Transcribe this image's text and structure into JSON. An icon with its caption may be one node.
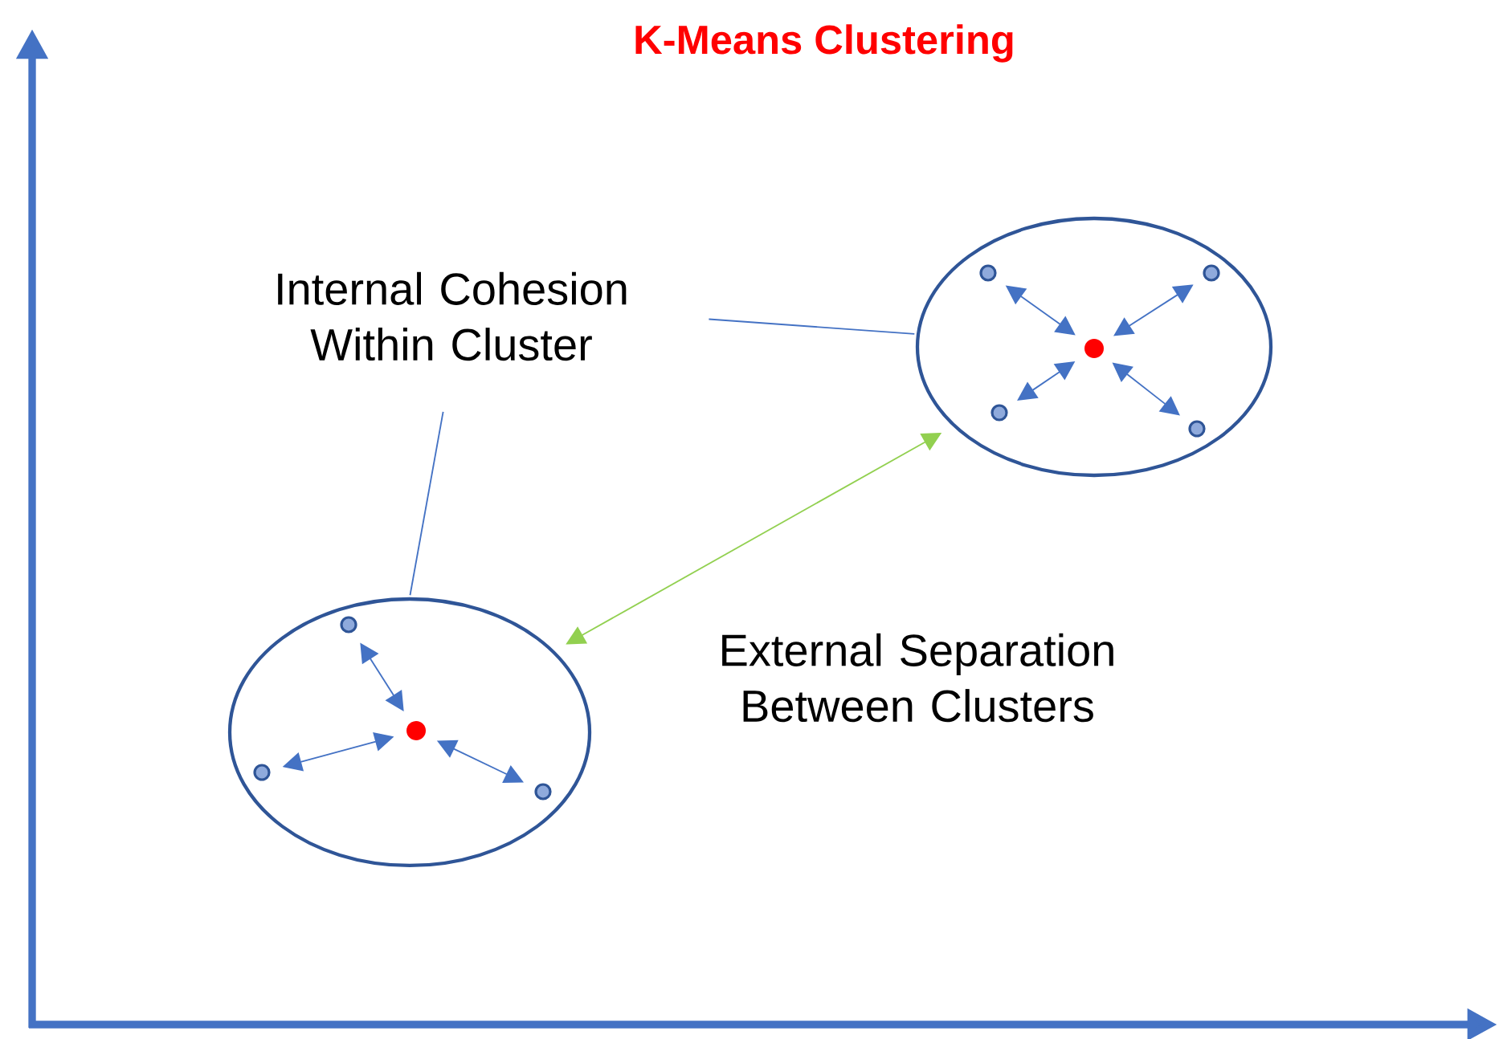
{
  "diagram": {
    "title": "K-Means Clustering",
    "nodes": [
      {
        "text": [
          "Internal Cohesion Within Cluster"
        ]
      },
      {
        "text": [],
        "shape": "ellipse"
      },
      {
        "text": [],
        "shape": "circle",
        "in": 1
      },
      {
        "text": [],
        "shape": "circle",
        "in": 1
      },
      {
        "text": [],
        "shape": "circle",
        "in": 1
      },
      {
        "text": [],
        "shape": "circle",
        "in": 1
      },
      {
        "text": [],
        "shape": "circle",
        "in": 1
      },
      {
        "text": [],
        "shape": "ellipse"
      },
      {
        "text": [],
        "shape": "circle",
        "in": 7
      },
      {
        "text": [],
        "shape": "circle",
        "in": 7
      },
      {
        "text": [],
        "shape": "circle",
        "in": 7
      },
      {
        "text": [],
        "shape": "circle",
        "in": 7
      }
    ],
    "edges": [
      {
        "from": 0,
        "to": 1,
        "arrow": "none"
      },
      {
        "from": 0,
        "to": 7,
        "arrow": "none"
      },
      {
        "from": 3,
        "to": 2,
        "arrow": "both"
      },
      {
        "from": 4,
        "to": 2,
        "arrow": "both"
      },
      {
        "from": 5,
        "to": 2,
        "arrow": "both"
      },
      {
        "from": 6,
        "to": 2,
        "arrow": "both"
      },
      {
        "from": 7,
        "to": 1,
        "arrow": "both",
        "color": "#92d050"
      },
      {
        "from": 9,
        "to": 8,
        "arrow": "both"
      },
      {
        "from": 10,
        "to": 8,
        "arrow": "both"
      },
      {
        "from": 11,
        "to": 8,
        "arrow": "both"
      }
    ],
    "labels": [
      "External Separation Between Clusters"
    ]
  }
}
